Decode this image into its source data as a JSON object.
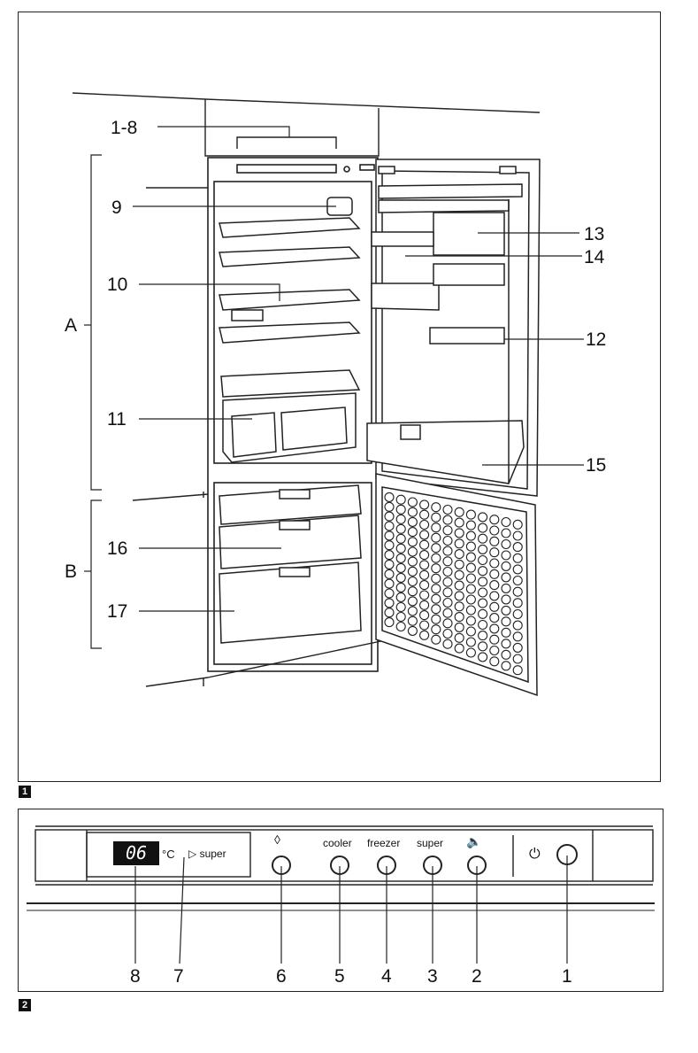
{
  "figure1": {
    "badge": "1",
    "callouts": {
      "c1_8": "1-8",
      "c9": "9",
      "c10": "10",
      "c11": "11",
      "c12": "12",
      "c13": "13",
      "c14": "14",
      "c15": "15",
      "c16": "16",
      "c17": "17",
      "zoneA": "A",
      "zoneB": "B"
    }
  },
  "figure2": {
    "badge": "2",
    "display": {
      "value": "06",
      "unit": "°C",
      "super_indicator": "▷ super"
    },
    "button_labels": {
      "cooler": "cooler",
      "freezer": "freezer",
      "super": "super"
    },
    "icons": {
      "select": "up-down-diamond-icon",
      "alarm": "alarm-mute-icon",
      "power": "power-icon"
    },
    "numbers": {
      "n1": "1",
      "n2": "2",
      "n3": "3",
      "n4": "4",
      "n5": "5",
      "n6": "6",
      "n7": "7",
      "n8": "8"
    }
  }
}
